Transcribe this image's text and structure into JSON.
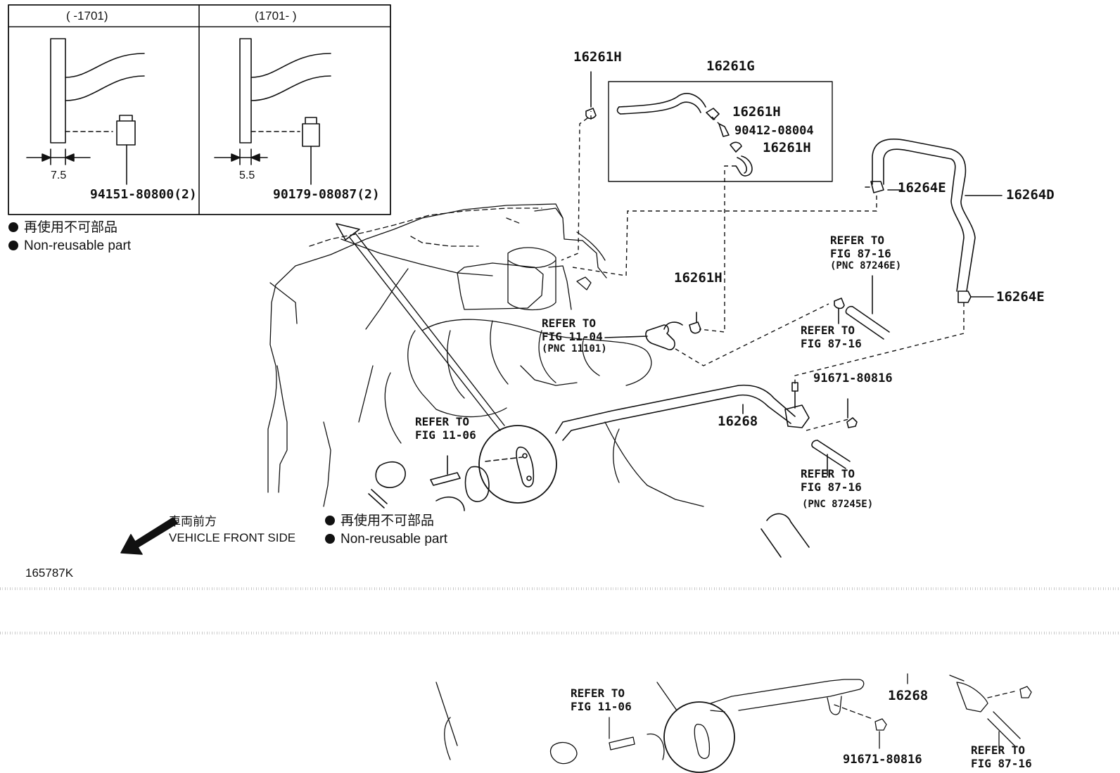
{
  "inset": {
    "left_header": "(      -1701)",
    "right_header": "(1701-      )",
    "left_dim": "7.5",
    "right_dim": "5.5",
    "left_part": "94151-80800(2)",
    "right_part": "90179-08087(2)"
  },
  "legend_top": {
    "jp": "再使用不可部品",
    "en": "Non-reusable part"
  },
  "legend_bottom": {
    "jp": "再使用不可部品",
    "en": "Non-reusable part"
  },
  "front": {
    "jp": "車両前方",
    "en": "VEHICLE FRONT SIDE"
  },
  "illustration_id": "165787K",
  "parts": {
    "p16261H_a": "16261H",
    "p16261G": "16261G",
    "p16261H_b": "16261H",
    "p90412": "90412-08004",
    "p16261H_c": "16261H",
    "p16261H_d": "16261H",
    "p16264E_a": "16264E",
    "p16264D": "16264D",
    "p16264E_b": "16264E",
    "p91671": "91671-80816",
    "p16268": "16268",
    "p16268_b": "16268",
    "p91671_b": "91671-80816"
  },
  "refs": {
    "r87246": "REFER TO\nFIG 87-16",
    "r87246_pnc": "(PNC 87246E)",
    "r1104": "REFER TO\nFIG 11-04",
    "r1104_pnc": "(PNC 11101)",
    "r8716": "REFER TO\nFIG 87-16",
    "r1106": "REFER TO\nFIG 11-06",
    "r87245": "REFER TO\nFIG 87-16",
    "r87245_pnc": "(PNC 87245E)",
    "r1106_b": "REFER TO\nFIG 11-06",
    "r8716_b": "REFER TO\nFIG 87-16"
  }
}
